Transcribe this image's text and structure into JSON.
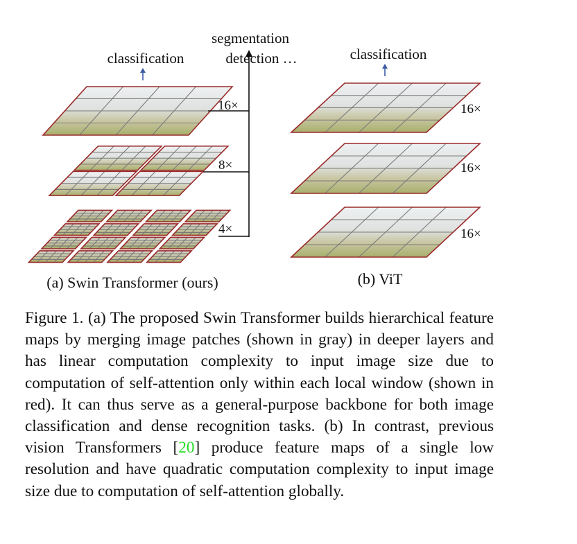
{
  "figure": {
    "swin": {
      "top_label": "classification",
      "dense_label_line1": "segmentation",
      "dense_label_line2": "detection …",
      "stage_16": "16×",
      "stage_8": "8×",
      "stage_4": "4×",
      "caption": "(a) Swin Transformer (ours)"
    },
    "vit": {
      "top_label": "classification",
      "layer_1": "16×",
      "layer_2": "16×",
      "layer_3": "16×",
      "caption": "(b) ViT"
    },
    "colors": {
      "window_border": "#9a2a2a",
      "patch_grid": "#7a7a7a",
      "arrow_blue": "#3b5ba5",
      "line_black": "#111111"
    }
  },
  "caption": {
    "part1": "Figure 1. (a) The proposed Swin Transformer builds hierarchical feature maps by merging image patches (shown in gray) in deeper layers and has linear computation complexity to input image size due to computation of self-attention only within each local window (shown in red). It can thus serve as a general-purpose backbone for both image classification and dense recognition tasks. (b) In contrast, previous vision Transformers [",
    "ref": "20",
    "part2": "] produce feature maps of a single low resolution and have quadratic computation complexity to input image size due to computation of self-attention globally."
  }
}
